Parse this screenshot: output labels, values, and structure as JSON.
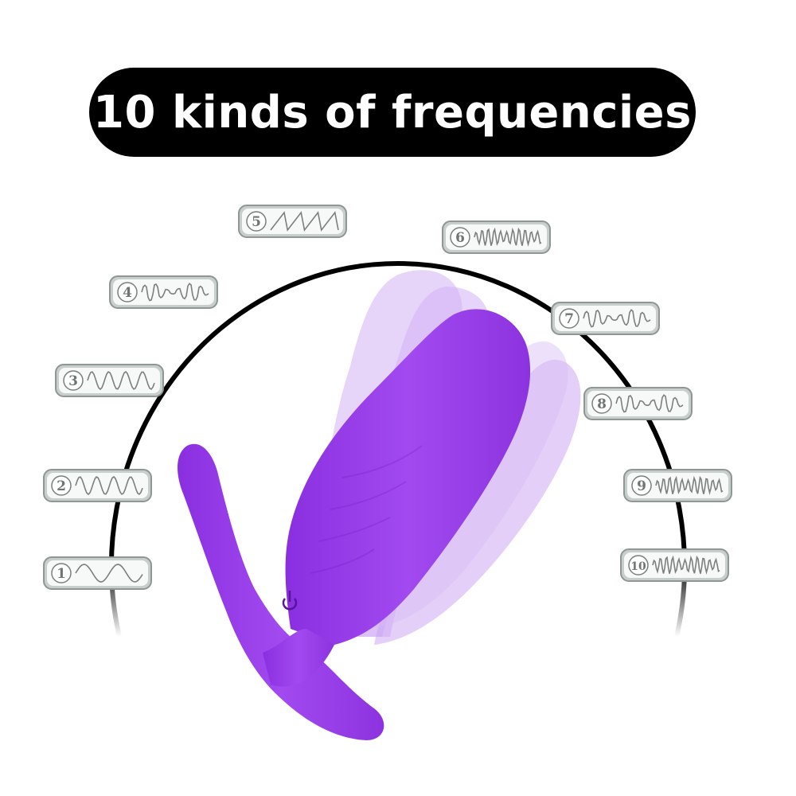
{
  "title": "10 kinds of frequencies",
  "frequency_modes": [
    {
      "label": "1",
      "wave": "slow-sine-wave-icon"
    },
    {
      "label": "2",
      "wave": "sine-wave-icon"
    },
    {
      "label": "3",
      "wave": "sine-wave-icon"
    },
    {
      "label": "4",
      "wave": "pulse-wave-icon"
    },
    {
      "label": "5",
      "wave": "sawtooth-wave-icon"
    },
    {
      "label": "6",
      "wave": "dense-wave-icon"
    },
    {
      "label": "7",
      "wave": "pulse-wave-icon"
    },
    {
      "label": "8",
      "wave": "pulse-wave-icon"
    },
    {
      "label": "9",
      "wave": "dense-wave-icon"
    },
    {
      "label": "10",
      "wave": "dense-wave-icon"
    }
  ],
  "product": {
    "color": "#9b3fe8",
    "ghost_color": "#c9a0f2",
    "power_icon": "power-icon"
  },
  "colors": {
    "badge_fill": "#c7cfcd",
    "badge_border": "#8f9694",
    "wave_stroke": "#7a807e",
    "arc": "#000000"
  }
}
